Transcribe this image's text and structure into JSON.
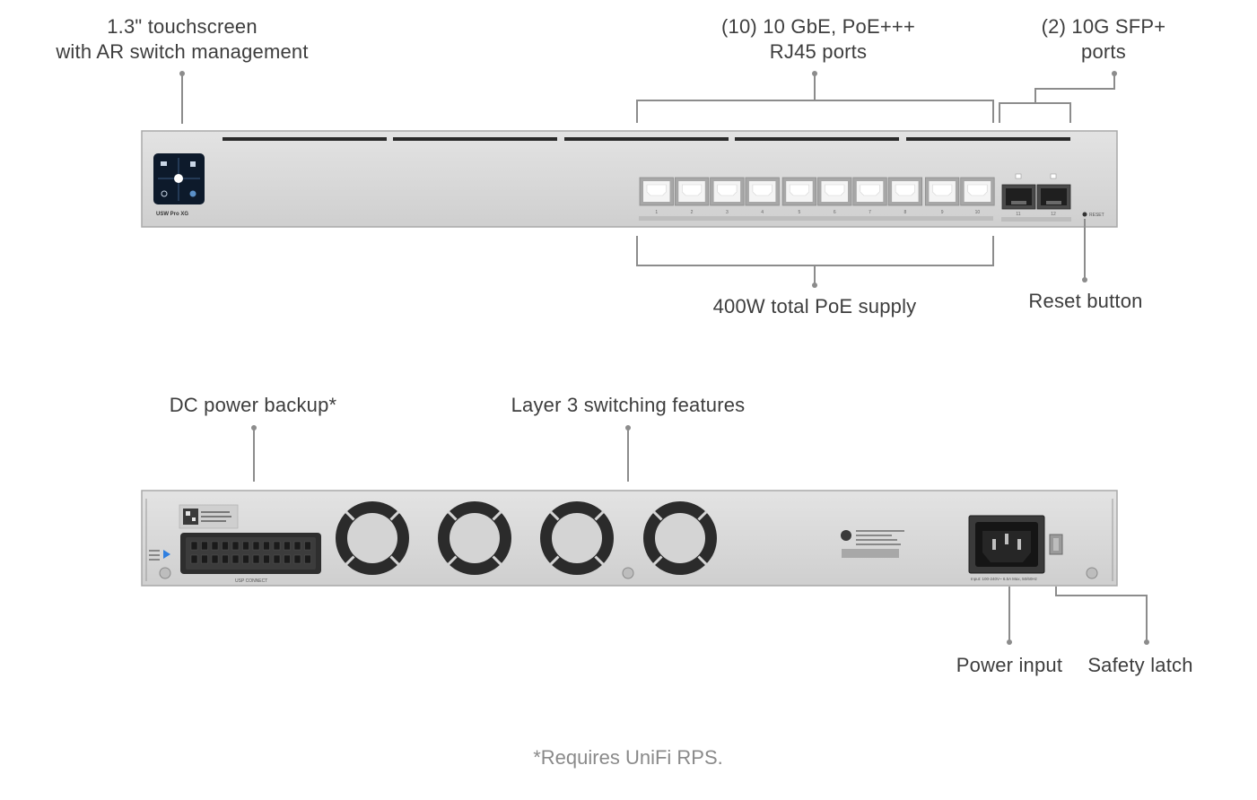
{
  "callouts": {
    "touchscreen": "1.3\" touchscreen\nwith AR switch management",
    "rj45": "(10) 10 GbE, PoE+++\nRJ45 ports",
    "sfp": "(2) 10G SFP+\nports",
    "poe_supply": "400W total PoE supply",
    "reset": "Reset button",
    "dc_backup": "DC power backup*",
    "layer3": "Layer 3 switching features",
    "power_input": "Power input",
    "safety_latch": "Safety latch"
  },
  "footnote": "*Requires UniFi RPS.",
  "device_front": {
    "model_label": "USW Pro XG",
    "reset_label": "RESET",
    "rj45_port_labels": [
      "1",
      "2",
      "3",
      "4",
      "5",
      "6",
      "7",
      "8",
      "9",
      "10"
    ],
    "sfp_port_labels": [
      "11",
      "12"
    ]
  },
  "device_rear": {
    "usp_connect_label": "USP CONNECT",
    "rating_label": "Input: 100-240V~ 6.5A Max, 50/60Hz"
  },
  "colors": {
    "chassis": "#d6d6d6",
    "chassis_edge": "#a9a9a9",
    "leader": "#8c8c8c",
    "text": "#3d3d3d",
    "footnote": "#8a8a8a",
    "screen": "#0d1a2b"
  }
}
